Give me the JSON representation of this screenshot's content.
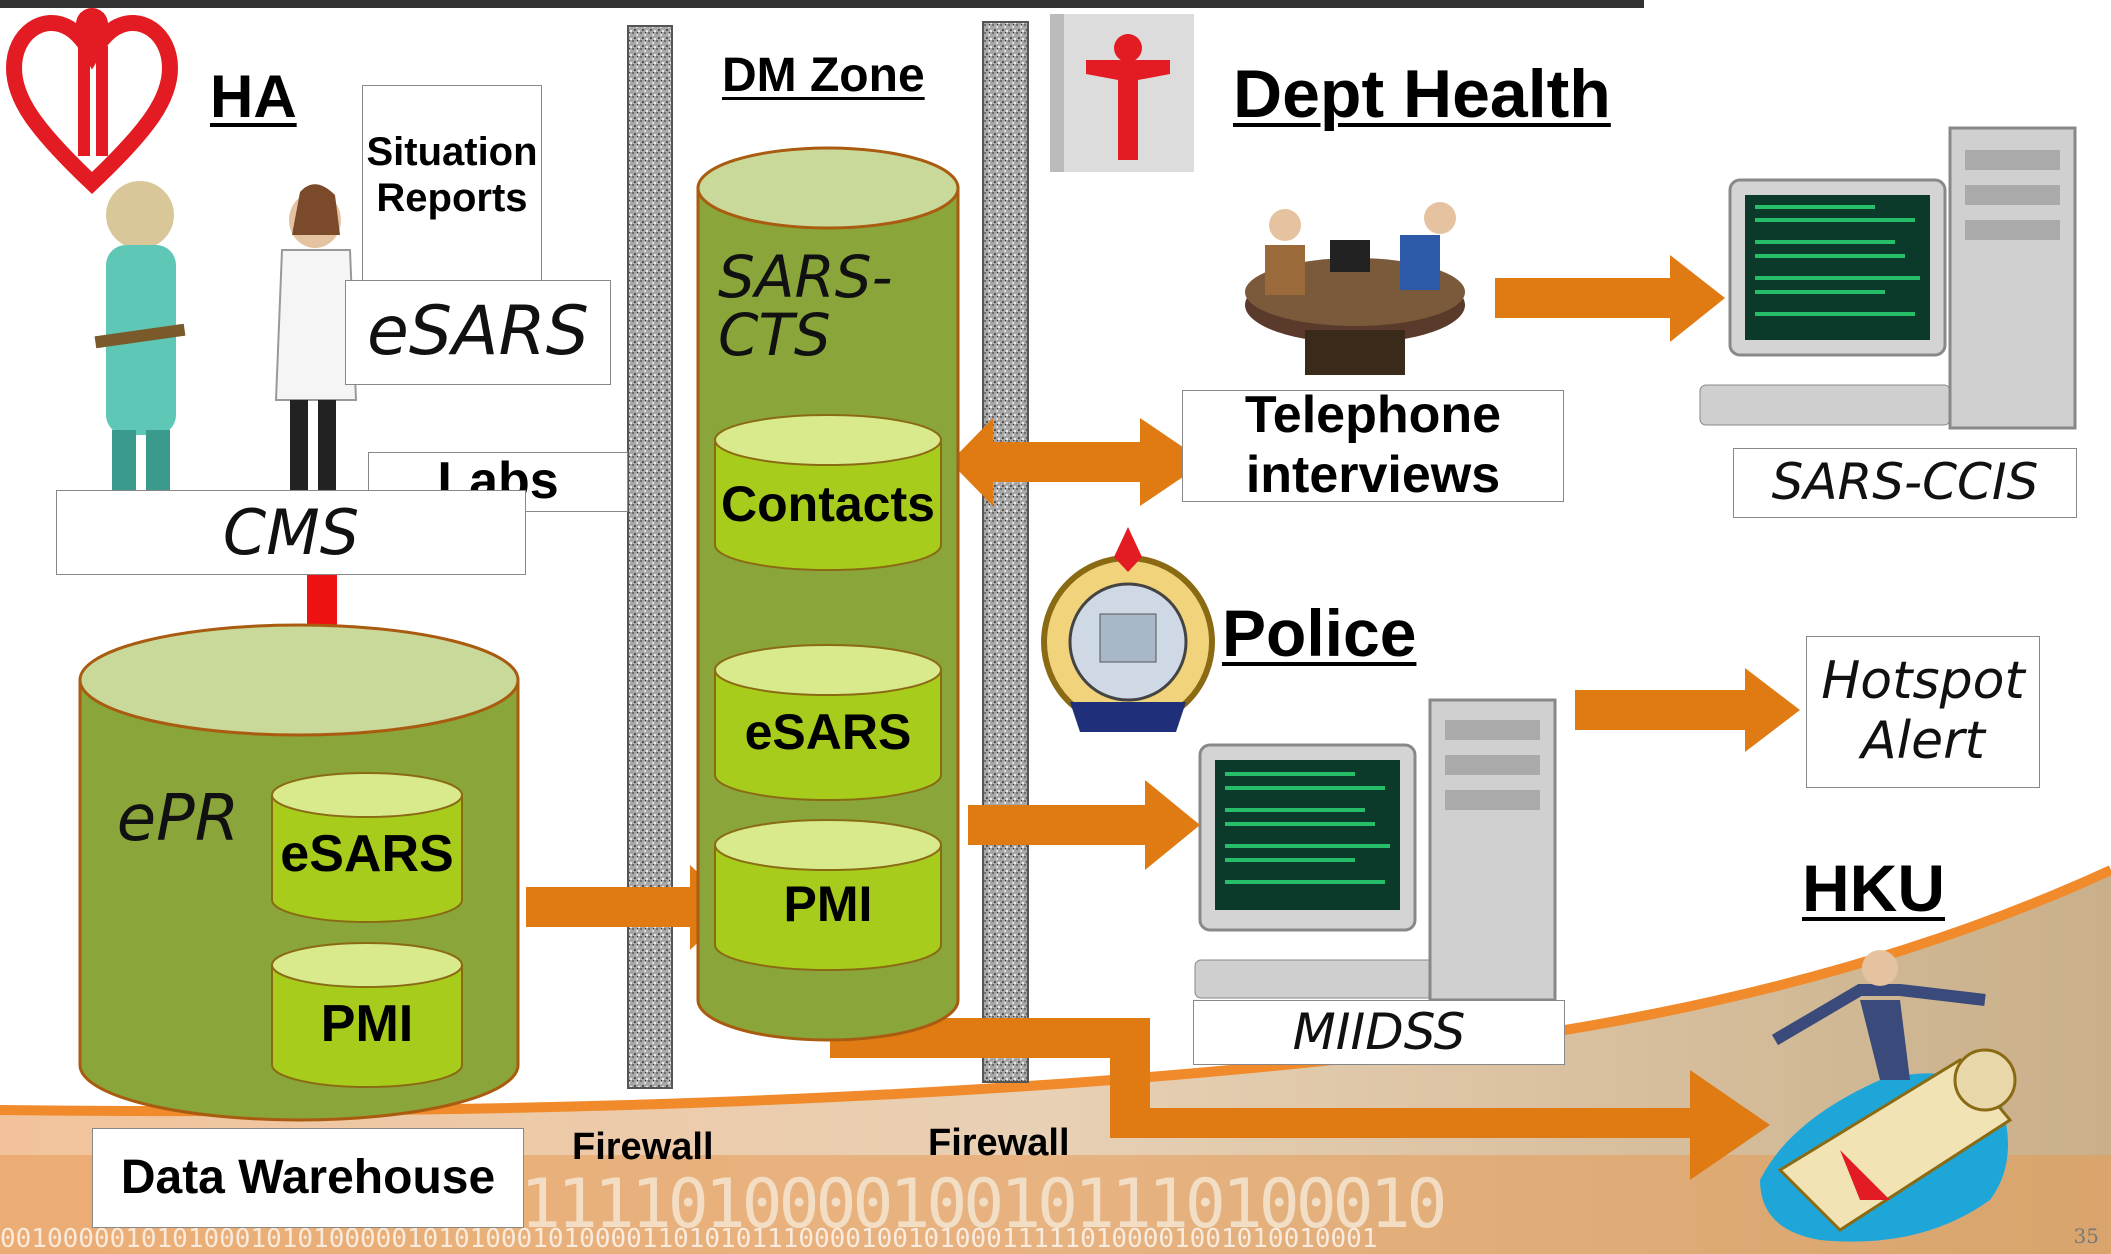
{
  "zones": {
    "ha": "HA",
    "dm_zone": "DM Zone",
    "dept_health": "Dept Health",
    "police": "Police",
    "hku": "HKU"
  },
  "ha_side": {
    "situation_reports": "Situation Reports",
    "esars": "eSARS",
    "labs": "Labs",
    "cms": "CMS",
    "data_warehouse": "Data Warehouse",
    "epr": {
      "label": "ePR",
      "items": [
        "eSARS",
        "PMI"
      ]
    }
  },
  "dm_side": {
    "sars_cts": "SARS-\nCTS",
    "items": [
      "Contacts",
      "eSARS",
      "PMI"
    ]
  },
  "firewalls": [
    "Firewall",
    "Firewall"
  ],
  "dept_health_side": {
    "telephone_interviews": "Telephone interviews",
    "sars_ccis": "SARS-CCIS"
  },
  "police_side": {
    "miidss": "MIIDSS",
    "hotspot_alert": "Hotspot Alert"
  },
  "binary_strip": {
    "big": "1111010000100101110100010",
    "small": "0010000010101000101010000010101000101000011010101110000100101000111110100001001010010001"
  },
  "page_number": "35",
  "colors": {
    "cylinder_outer": "#8aa53a",
    "cylinder_outer_top": "#c9d99a",
    "cylinder_inner": "#a8cc1c",
    "cylinder_inner_top": "#d8ea8c",
    "arrow_orange": "#e07a12",
    "arrow_red": "#ee1111",
    "firewall": "#9b9b9b"
  }
}
